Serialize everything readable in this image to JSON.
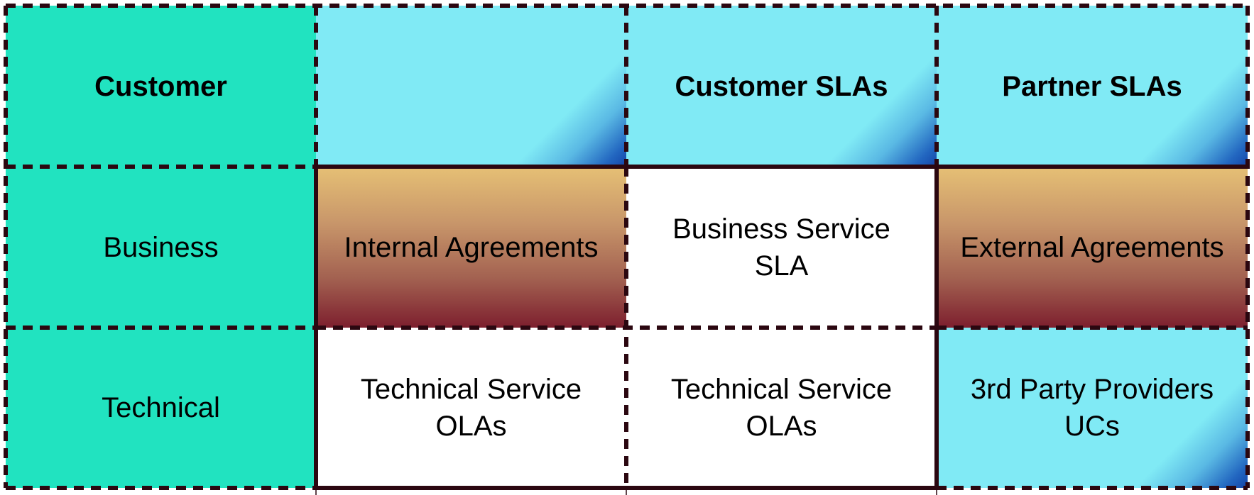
{
  "diagram": {
    "colors": {
      "customer_column": "#21e3c0",
      "header_cells": "#80eaf5",
      "agreement_cells_top": "#e6c075",
      "agreement_cells_bottom": "#7d1f2e",
      "borders": "#2b0710"
    },
    "header_row": {
      "customer": "Customer",
      "blank": "",
      "customer_slas": "Customer SLAs",
      "partner_slas": "Partner SLAs"
    },
    "business_row": {
      "label": "Business",
      "internal": "Internal Agreements",
      "service": "Business Service\nSLA",
      "external": "External Agreements"
    },
    "technical_row": {
      "label": "Technical",
      "internal": "Technical Service\nOLAs",
      "service": "Technical Service\nOLAs",
      "external": "3rd Party Providers\nUCs"
    }
  }
}
